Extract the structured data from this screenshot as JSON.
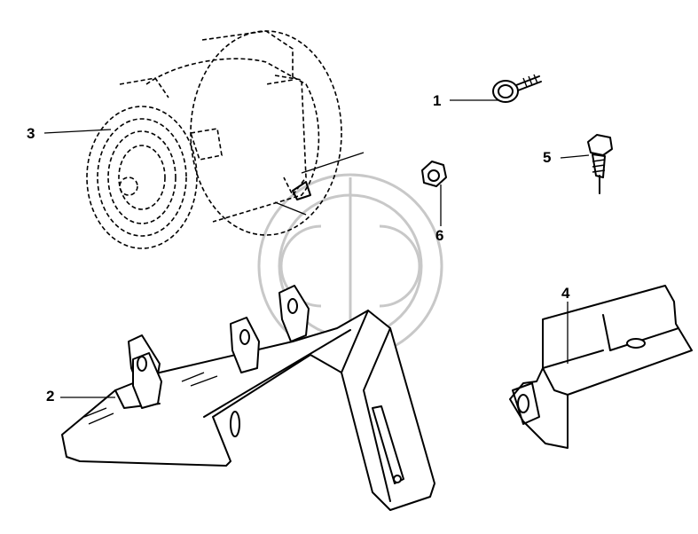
{
  "callouts": [
    {
      "id": "1",
      "label": "1"
    },
    {
      "id": "2",
      "label": "2"
    },
    {
      "id": "3",
      "label": "3"
    },
    {
      "id": "4",
      "label": "4"
    },
    {
      "id": "5",
      "label": "5"
    },
    {
      "id": "6",
      "label": "6"
    }
  ],
  "colors": {
    "lines": "#000000",
    "background": "#ffffff",
    "watermark": "#c8c8c8"
  }
}
